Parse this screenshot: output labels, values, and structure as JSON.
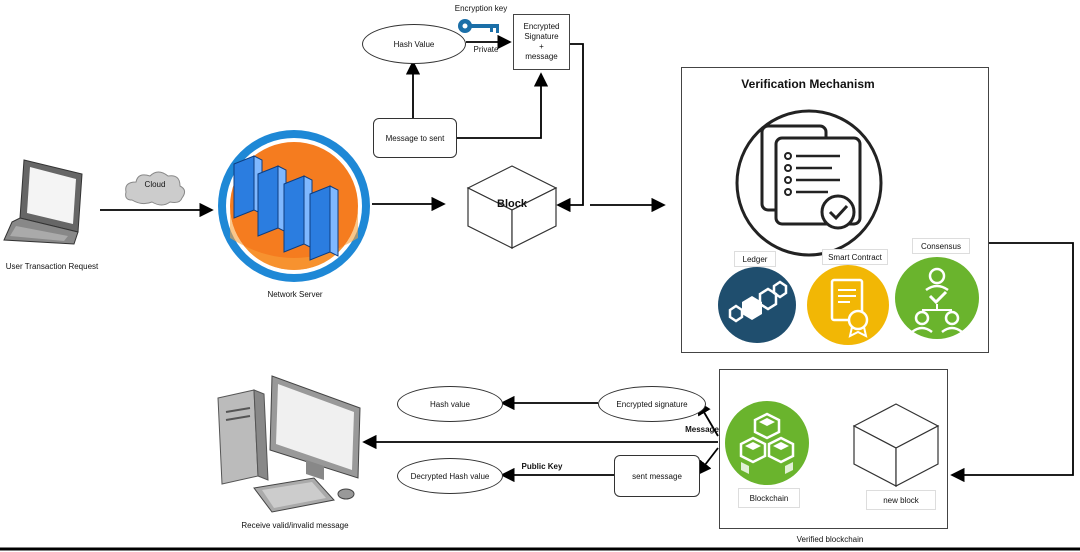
{
  "user": {
    "label": "User Transaction Request"
  },
  "cloud": {
    "label": "Cloud"
  },
  "server": {
    "label": "Network Server"
  },
  "encryption": {
    "hash_value": "Hash Value",
    "key_label": "Encryption key",
    "private_label": "Private",
    "signature_lines": [
      "Encrypted",
      "Signature",
      "+",
      "message"
    ],
    "message_to_sent": "Message to sent"
  },
  "block": {
    "label": "Block"
  },
  "verification": {
    "title": "Verification Mechanism",
    "ledger": "Ledger",
    "smart_contract": "Smart Contract",
    "consensus": "Consensus"
  },
  "verified": {
    "title": "Verified blockchain",
    "blockchain": "Blockchain",
    "new_block": "new block"
  },
  "receiver": {
    "hash_value": "Hash value",
    "encrypted_signature": "Encrypted signature",
    "message_label": "Message",
    "public_key_label": "Public Key",
    "decrypted_hash": "Decrypted Hash value",
    "sent_message": "sent message",
    "receive_label": "Receive valid/invalid message"
  },
  "colors": {
    "ledger": "#1f4e6e",
    "smart_contract": "#f2b705",
    "consensus": "#6ab42d",
    "blockchain": "#6ab42d",
    "server_ring": "#1e88d6",
    "server_fill": "#f57c1f",
    "key": "#1b6fa8"
  }
}
